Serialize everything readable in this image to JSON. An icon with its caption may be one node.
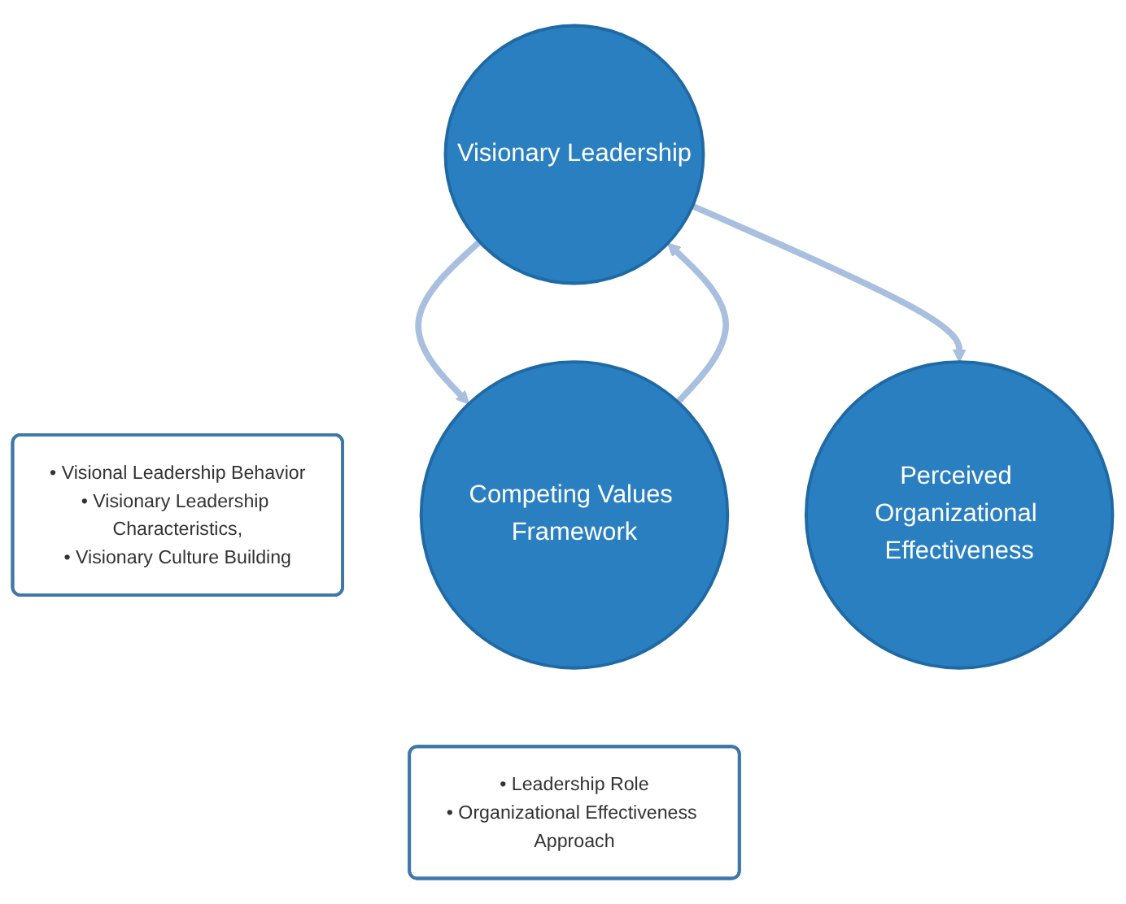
{
  "diagram": {
    "nodes": [
      {
        "text": [
          "Visionary Leadership"
        ]
      },
      {
        "text": [
          "• Visional Leadership Behavior",
          "• Visionary Leadership Characteristics,",
          "• Visionary Culture Building"
        ]
      },
      {
        "text": [
          "Competing Values Framework"
        ]
      },
      {
        "text": [
          "• Leadership Role",
          "• Organizational Effectiveness Approach"
        ]
      },
      {
        "text": [
          "Perceived Organizational Effectiveness"
        ]
      }
    ],
    "edges": [
      {
        "from": 2,
        "to": 0,
        "arrow": "to"
      },
      {
        "from": 0,
        "to": 2,
        "arrow": "to"
      },
      {
        "from": 0,
        "to": 4,
        "arrow": "to"
      }
    ]
  }
}
